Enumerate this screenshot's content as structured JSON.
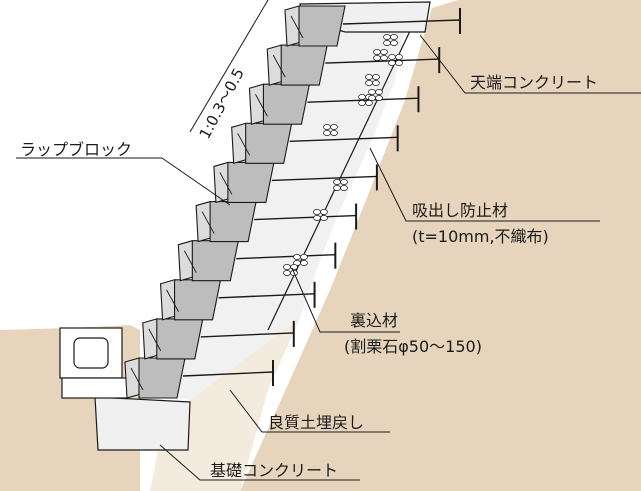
{
  "colors": {
    "ground": "#e6d5bc",
    "backfill": "#f3ebdd",
    "backing": "#f1f1f1",
    "block_face": "#bdbdbd",
    "block_side": "#dcdcdc",
    "concrete": "#f0f0f0",
    "line": "#1a1a1a"
  },
  "labels": {
    "slope": "1:0.3～0.5",
    "wrap_block": "ラップブロック",
    "top_concrete": "天端コンクリート",
    "drain_filter": "吸出し防止材",
    "drain_filter_spec": "(t=10mm,不織布)",
    "backing_material": "裏込材",
    "backing_material_spec": "(割栗石φ50～150)",
    "backfill": "良質土埋戻し",
    "foundation": "基礎コンクリート"
  }
}
